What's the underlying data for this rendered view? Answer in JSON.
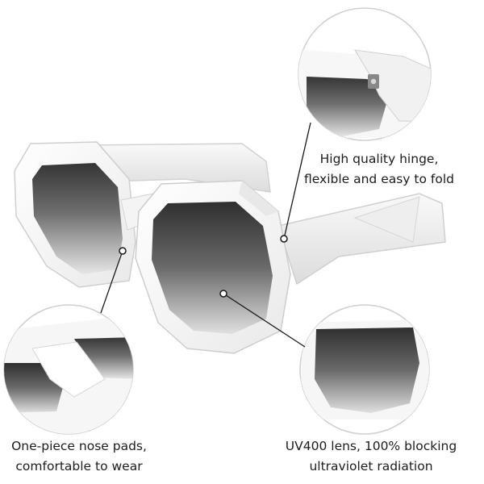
{
  "product": {
    "item": "white oversized polygon sunglasses",
    "frame_color": "#f7f7f7",
    "lens_color_top": "#3c3c3c",
    "lens_color_bottom": "#e4e4e4",
    "callout_line_color": "#1a1a1a"
  },
  "callouts": {
    "hinge": {
      "line1": "High quality hinge,",
      "line2": "flexible and easy to fold"
    },
    "nose_pads": {
      "line1": "One-piece nose pads,",
      "line2": "comfortable to wear"
    },
    "lens": {
      "line1": "UV400 lens, 100% blocking",
      "line2": "ultraviolet radiation"
    }
  }
}
